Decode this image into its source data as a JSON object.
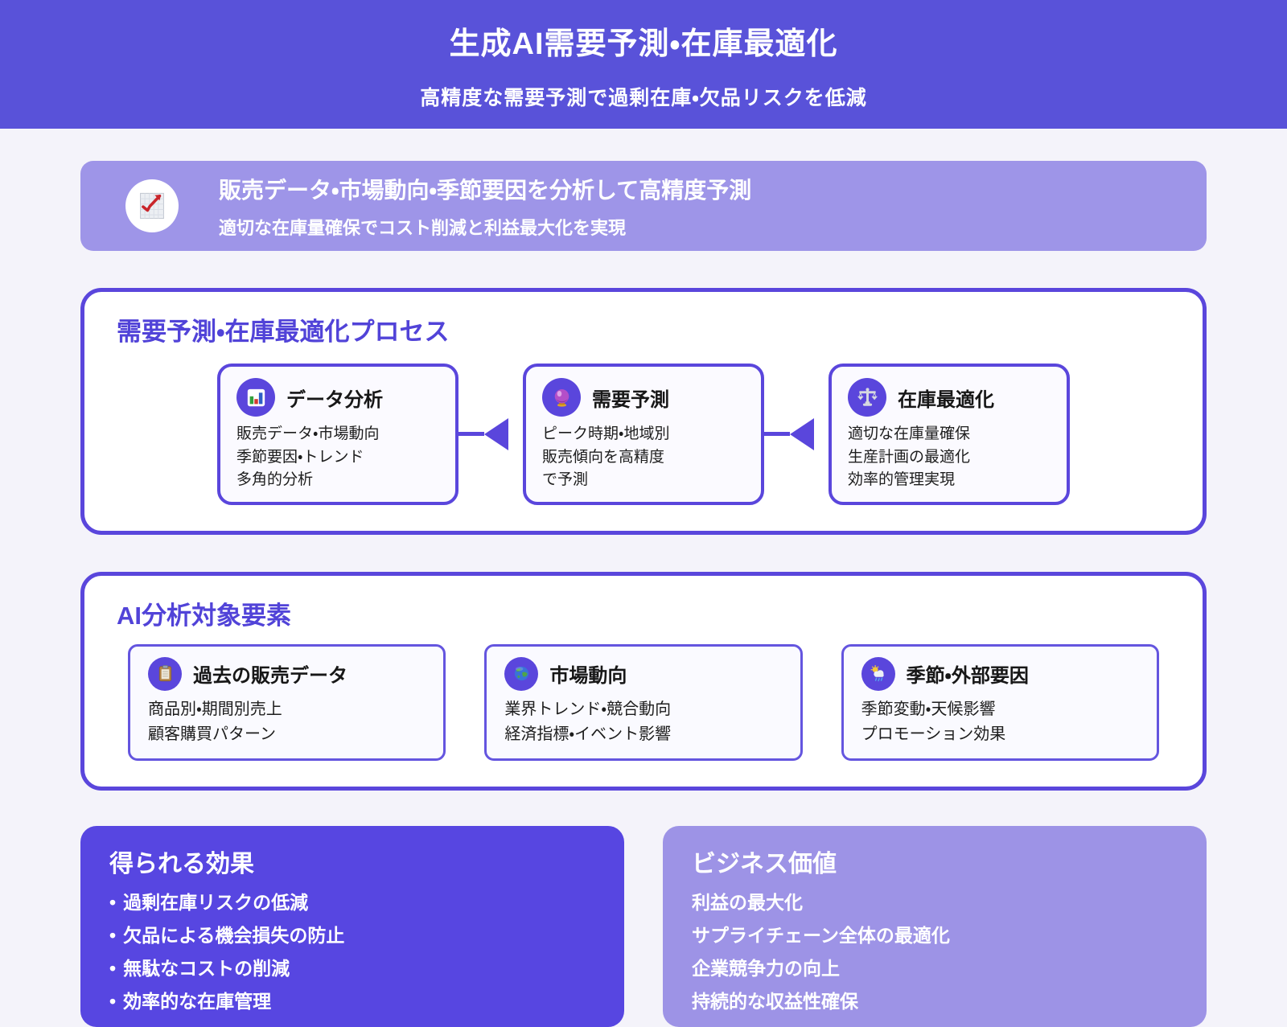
{
  "colors": {
    "header_bg": "#5952d9",
    "page_bg": "#f4f3fa",
    "banner_bg": "#9e95e8",
    "primary_violet": "#5a46dc",
    "section_title": "#5143d8",
    "process_card_bg": "#fbfaff",
    "analysis_card_bg": "#fafaff",
    "effects_box_bg": "#5746e1",
    "value_box_bg": "#9d93e6"
  },
  "header": {
    "title": "生成AI需要予測・在庫最適化",
    "subtitle": "高精度な需要予測で過剰在庫・欠品リスクを低減"
  },
  "banner": {
    "icon": "chart-increasing",
    "title": "販売データ・市場動向・季節要因を分析して高精度予測",
    "subtitle": "適切な在庫量確保でコスト削減と利益最大化を実現"
  },
  "process_section": {
    "title": "需要予測・在庫最適化プロセス",
    "cards": [
      {
        "icon": "bar-chart",
        "title": "データ分析",
        "lines": [
          "販売データ・市場動向",
          "季節要因・トレンド",
          "多角的分析"
        ]
      },
      {
        "icon": "crystal-ball",
        "title": "需要予測",
        "lines": [
          "ピーク時期・地域別",
          "販売傾向を高精度",
          "で予測"
        ]
      },
      {
        "icon": "balance-scale",
        "title": "在庫最適化",
        "lines": [
          "適切な在庫量確保",
          "生産計画の最適化",
          "効率的管理実現"
        ]
      }
    ]
  },
  "analysis_section": {
    "title": "AI分析対象要素",
    "cards": [
      {
        "icon": "clipboard",
        "title": "過去の販売データ",
        "lines": [
          "商品別・期間別売上",
          "顧客購買パターン"
        ]
      },
      {
        "icon": "globe",
        "title": "市場動向",
        "lines": [
          "業界トレンド・競合動向",
          "経済指標・イベント影響"
        ]
      },
      {
        "icon": "sun-behind-rain-cloud",
        "title": "季節・外部要因",
        "lines": [
          "季節変動・天候影響",
          "プロモーション効果"
        ]
      }
    ]
  },
  "effects_box": {
    "title": "得られる効果",
    "bullet": "•",
    "items": [
      "過剰在庫リスクの低減",
      "欠品による機会損失の防止",
      "無駄なコストの削減",
      "効率的な在庫管理"
    ]
  },
  "value_box": {
    "title": "ビジネス価値",
    "items": [
      "利益の最大化",
      "サプライチェーン全体の最適化",
      "企業競争力の向上",
      "持続的な収益性確保"
    ]
  }
}
